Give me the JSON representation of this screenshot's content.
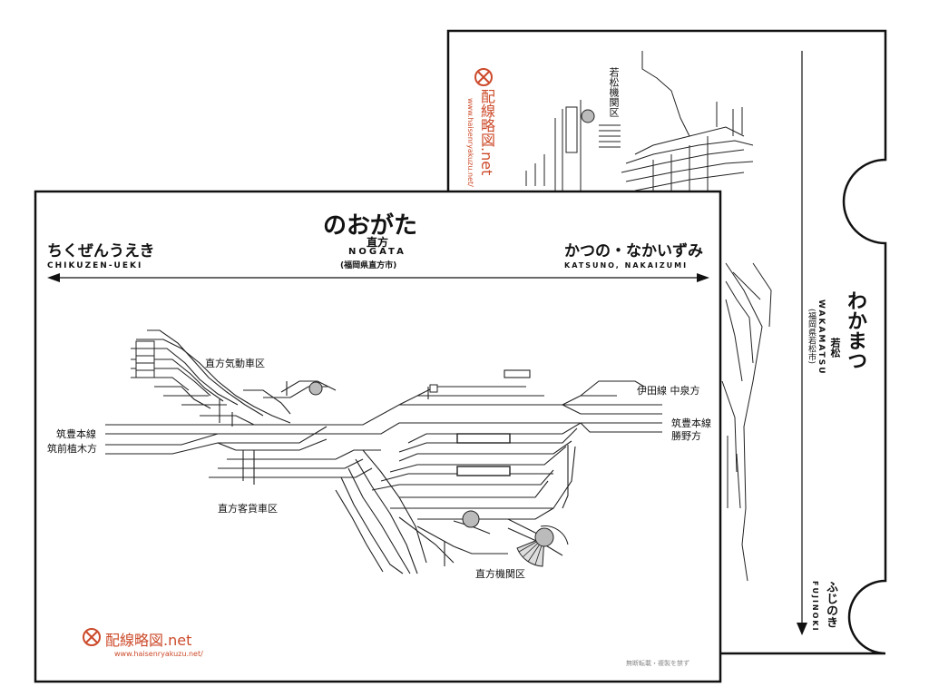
{
  "back_card": {
    "brand": "配線略図.net",
    "url": "www.haisenryakuzu.net/",
    "station_kana": "わかまつ",
    "station_kanji": "若松",
    "station_romaji": "WAKAMATSU",
    "station_pref": "(福岡県若松市)",
    "next_station_kana": "ふじのき",
    "next_station_romaji": "FUJINOKI",
    "depot_label": "若松機関区"
  },
  "front_card": {
    "station_kana": "のおがた",
    "station_kanji": "直方",
    "station_romaji": "NOGATA",
    "station_pref": "(福岡県直方市)",
    "left_kana": "ちくぜんうえき",
    "left_romaji": "CHIKUZEN-UEKI",
    "right_kana": "かつの・なかいずみ",
    "right_romaji": "KATSUNO, NAKAIZUMI",
    "labels": {
      "railcar_depot": "直方気動車区",
      "ita_line": "伊田線 中泉方",
      "chikuho_left": "筑豊本線",
      "chikuzen_ueki_dir": "筑前植木方",
      "chikuho_right": "筑豊本線",
      "katsuno_dir": "勝野方",
      "freight_depot": "直方客貨車区",
      "loco_depot": "直方機関区"
    },
    "brand": "配線略図.net",
    "url": "www.haisenryakuzu.net/",
    "notice": "無断転載・複製を禁ず"
  },
  "colors": {
    "brand": "#cc4a2a",
    "line": "#222222",
    "turntable": "#bbbbbb"
  }
}
